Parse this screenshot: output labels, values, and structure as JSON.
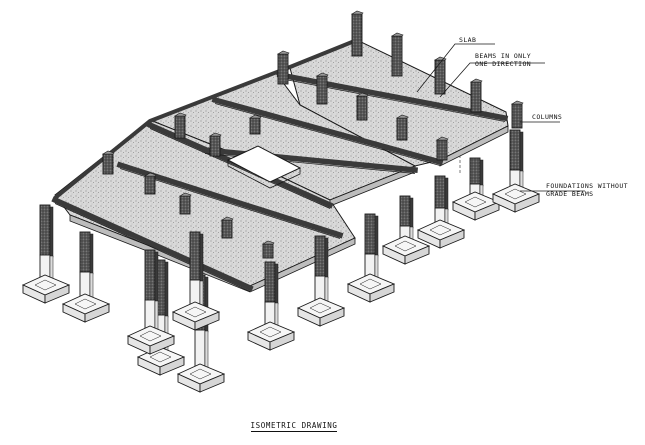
{
  "labels": {
    "slab": "SLAB",
    "beams_line1": "BEAMS IN ONLY",
    "beams_line2": "ONE DIRECTION",
    "columns": "COLUMNS",
    "foundations_line1": "FOUNDATIONS WITHOUT",
    "foundations_line2": "GRADE BEAMS"
  },
  "caption": "ISOMETRIC DRAWING",
  "colors": {
    "ink": "#1a1a1a",
    "slab_fill": "#d7d7d7",
    "column_fill": "#5a5a5a",
    "pier_fill": "#f2f2f2",
    "paper": "#ffffff"
  }
}
